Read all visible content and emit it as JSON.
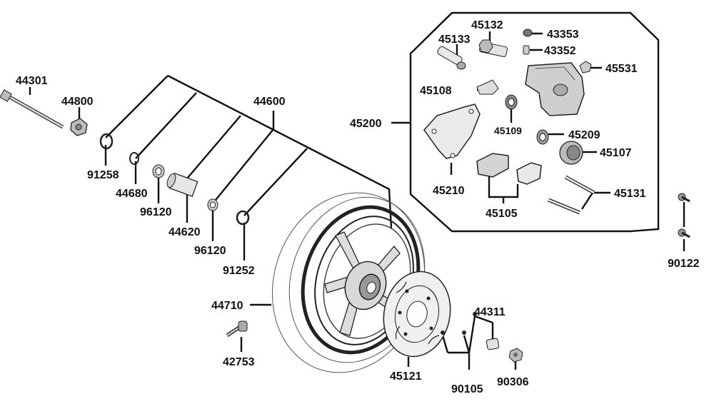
{
  "diagram": {
    "title": "",
    "labels": {
      "p44301": "44301",
      "p44800": "44800",
      "p44600": "44600",
      "p91258": "91258",
      "p44680": "44680",
      "p96120a": "96120",
      "p44620": "44620",
      "p96120b": "96120",
      "p91252": "91252",
      "p44710": "44710",
      "p42753": "42753",
      "p45121": "45121",
      "p90105": "90105",
      "p90306": "90306",
      "p44311": "44311",
      "p45200": "45200",
      "p45132": "45132",
      "p43353": "43353",
      "p45133": "45133",
      "p43352": "43352",
      "p45531": "45531",
      "p45108": "45108",
      "p45109": "45109",
      "p45209": "45209",
      "p45107": "45107",
      "p45210": "45210",
      "p45131": "45131",
      "p45105": "45105",
      "p90122": "90122"
    }
  },
  "colors": {
    "line": "#111111",
    "part_fill": "#cfcfcf",
    "part_dark": "#8a8a8a",
    "background": "#ffffff"
  }
}
